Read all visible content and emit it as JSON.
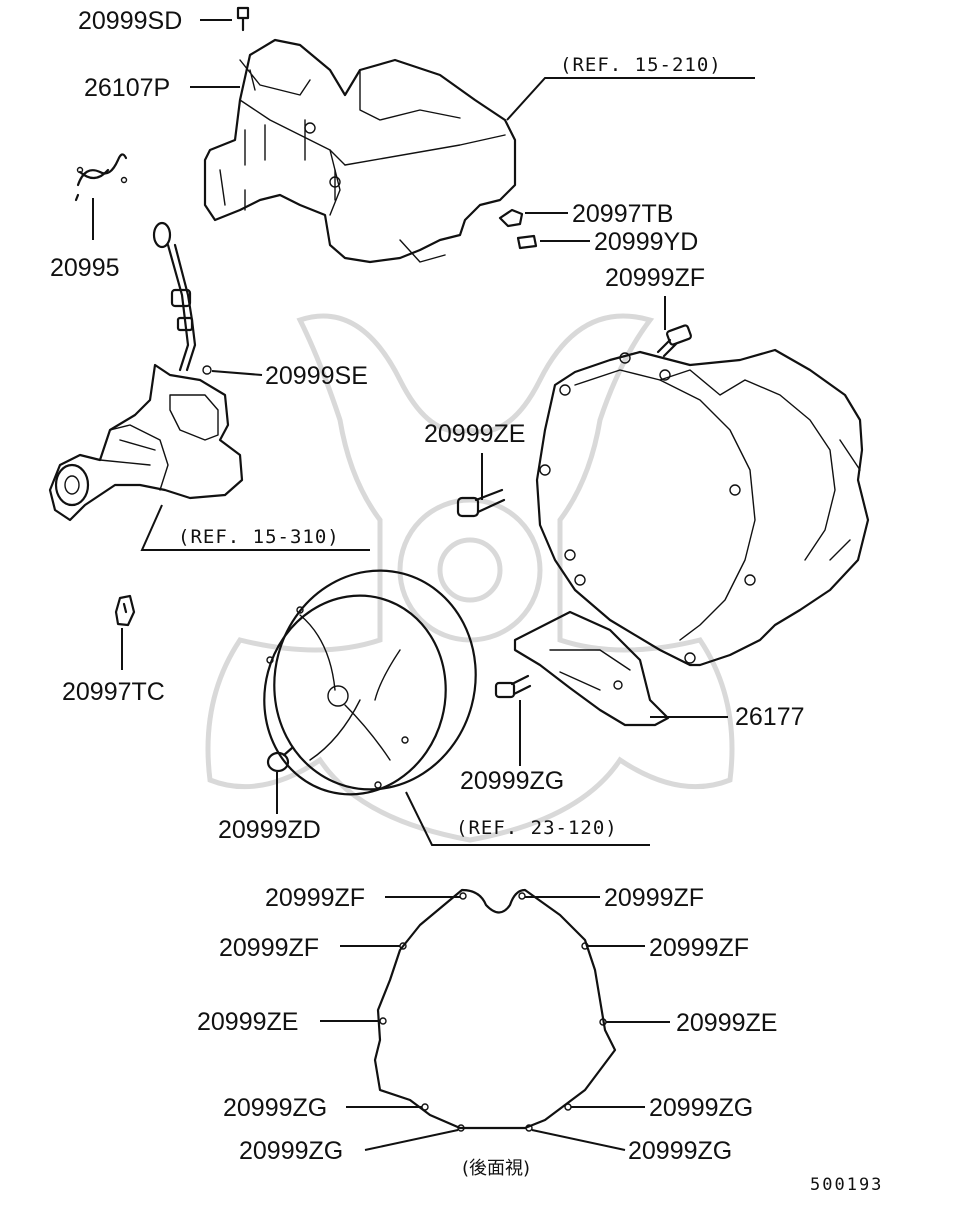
{
  "diagram": {
    "part_labels": {
      "p_20999SD": "20999SD",
      "p_26107P": "26107P",
      "p_20995": "20995",
      "p_20997TB": "20997TB",
      "p_20999YD": "20999YD",
      "p_20999ZF_top": "20999ZF",
      "p_20999SE": "20999SE",
      "p_20999ZE_mid": "20999ZE",
      "p_20997TC": "20997TC",
      "p_26177": "26177",
      "p_20999ZG_mid": "20999ZG",
      "p_20999ZD": "20999ZD",
      "rv_zf_left1": "20999ZF",
      "rv_zf_right1": "20999ZF",
      "rv_zf_left2": "20999ZF",
      "rv_zf_right2": "20999ZF",
      "rv_ze_left": "20999ZE",
      "rv_ze_right": "20999ZE",
      "rv_zg_left1": "20999ZG",
      "rv_zg_right1": "20999ZG",
      "rv_zg_left2": "20999ZG",
      "rv_zg_right2": "20999ZG"
    },
    "references": {
      "ref_15_210": "(REF. 15-210)",
      "ref_15_310": "(REF. 15-310)",
      "ref_23_120": "(REF. 23-120)"
    },
    "rear_view_caption": "(後面視)",
    "diagram_code": "500193"
  }
}
